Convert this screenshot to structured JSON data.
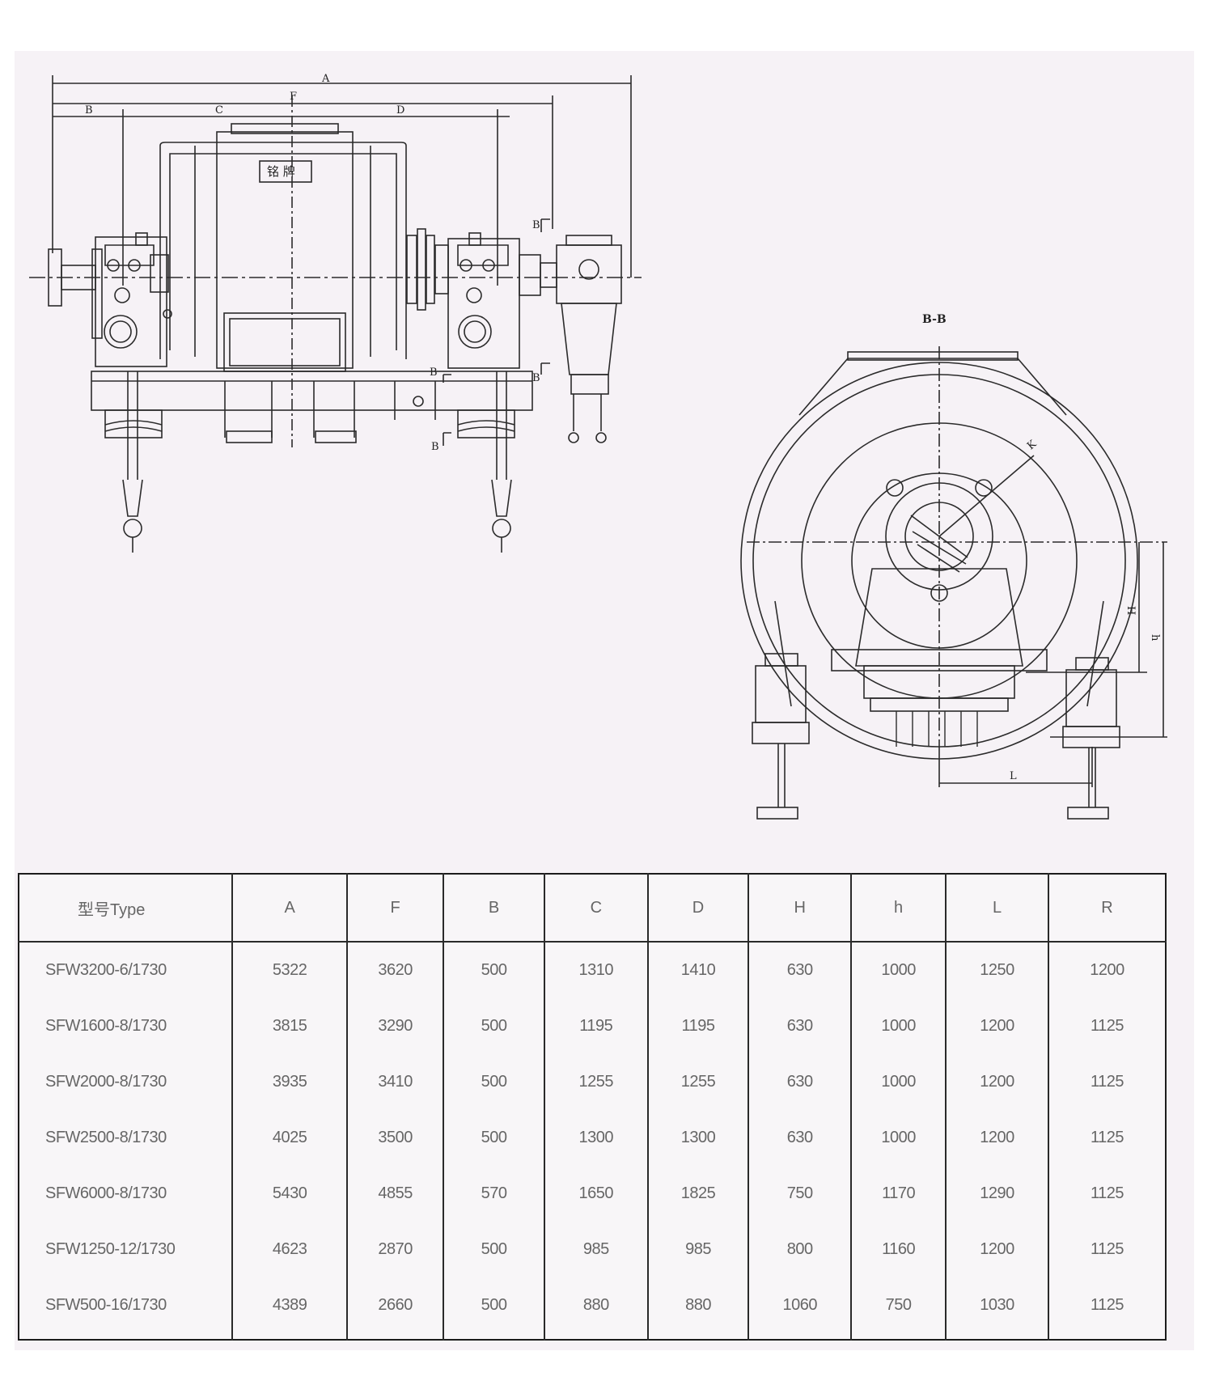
{
  "drawing": {
    "dimension_labels": {
      "A": "A",
      "F": "F",
      "B": "B",
      "C": "C",
      "D": "D",
      "K": "K",
      "H": "H",
      "h": "h",
      "L": "L"
    },
    "section_marker": "B",
    "nameplate": "铭 牌",
    "section_title": "B-B"
  },
  "table": {
    "headers": [
      "型号Type",
      "A",
      "F",
      "B",
      "C",
      "D",
      "H",
      "h",
      "L",
      "R"
    ],
    "rows": [
      [
        "SFW3200-6/1730",
        "5322",
        "3620",
        "500",
        "1310",
        "1410",
        "630",
        "1000",
        "1250",
        "1200"
      ],
      [
        "SFW1600-8/1730",
        "3815",
        "3290",
        "500",
        "1195",
        "1195",
        "630",
        "1000",
        "1200",
        "1125"
      ],
      [
        "SFW2000-8/1730",
        "3935",
        "3410",
        "500",
        "1255",
        "1255",
        "630",
        "1000",
        "1200",
        "1125"
      ],
      [
        "SFW2500-8/1730",
        "4025",
        "3500",
        "500",
        "1300",
        "1300",
        "630",
        "1000",
        "1200",
        "1125"
      ],
      [
        "SFW6000-8/1730",
        "5430",
        "4855",
        "570",
        "1650",
        "1825",
        "750",
        "1170",
        "1290",
        "1125"
      ],
      [
        "SFW1250-12/1730",
        "4623",
        "2870",
        "500",
        "985",
        "985",
        "800",
        "1160",
        "1200",
        "1125"
      ],
      [
        "SFW500-16/1730",
        "4389",
        "2660",
        "500",
        "880",
        "880",
        "1060",
        "750",
        "1030",
        "1125"
      ]
    ]
  }
}
